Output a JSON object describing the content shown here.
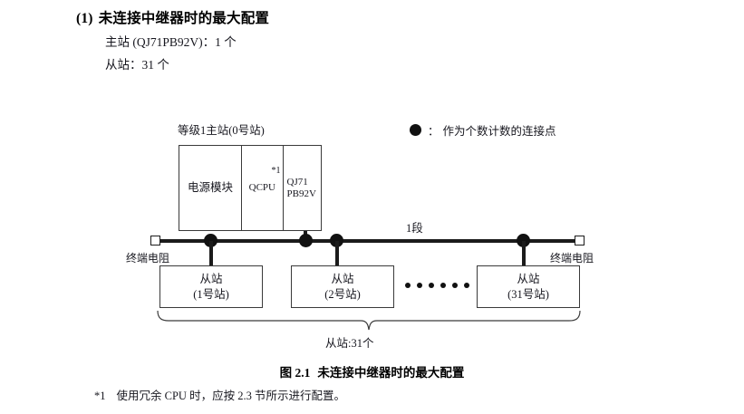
{
  "heading": {
    "number": "(1)",
    "title": "未连接中继器时的最大配置"
  },
  "spec": {
    "master_line": "主站 (QJ71PB92V)：1 个",
    "slave_line": "从站：31 个"
  },
  "legend": {
    "symbol": "●",
    "colon": "：",
    "text": "作为个数计数的连接点"
  },
  "diagram": {
    "master_caption": "等级1主站(0号站)",
    "master_cells": [
      {
        "label": "电源模块",
        "footnote_mark": ""
      },
      {
        "label": "QCPU",
        "footnote_mark": "*1"
      },
      {
        "label": "QJ71\nPB92V",
        "footnote_mark": ""
      }
    ],
    "master_cell_power": "电源模块",
    "master_cell_cpu": "QCPU",
    "master_cell_cpu_mark": "*1",
    "master_cell_pb_line1": "QJ71",
    "master_cell_pb_line2": "PB92V",
    "segment_label": "1段",
    "terminal_left": "终端电阻",
    "terminal_right": "终端电阻",
    "slaves": [
      {
        "name": "从站",
        "station": "(1号站)"
      },
      {
        "name": "从站",
        "station": "(2号站)"
      },
      {
        "name": "从站",
        "station": "(31号站)"
      }
    ],
    "brace_label": "从站:31个",
    "connection_dots": 4,
    "ellipsis_dots": 6
  },
  "figure": {
    "caption_number": "图 2.1",
    "caption_title": "未连接中继器时的最大配置"
  },
  "footnote": {
    "mark": "*1",
    "text": "使用冗余 CPU 时，应按 2.3 节所示进行配置。"
  },
  "colors": {
    "line": "#1b1b1b",
    "dot": "#111111",
    "box_border": "#3a3a3a",
    "text": "#17171f",
    "background": "#ffffff"
  }
}
